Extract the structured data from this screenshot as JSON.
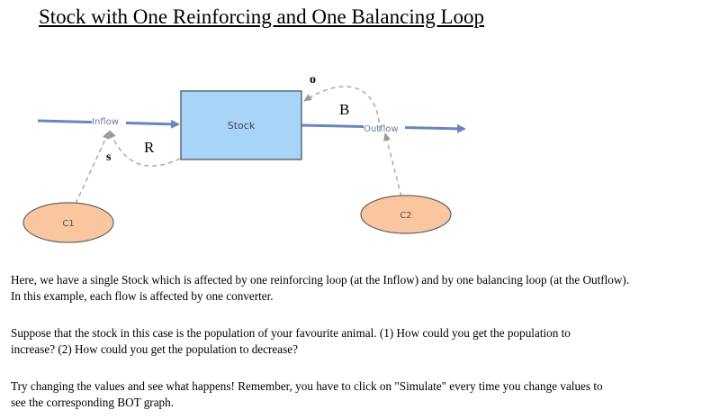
{
  "title": "Stock with One Reinforcing and One Balancing Loop",
  "diagram": {
    "stock": "Stock",
    "inflow": "Inflow",
    "outflow": "Outflow",
    "converter1": "C1",
    "converter2": "C2",
    "loop_r": "R",
    "loop_b": "B",
    "polarity_s": "s",
    "polarity_o": "o"
  },
  "paragraphs": [
    [
      "Here, we have a single Stock which is affected by one reinforcing loop (at the Inflow) and by one balancing loop (at the Outflow).",
      "In this example, each flow is affected by one converter."
    ],
    [
      "Suppose that the stock in this case is the population of your favourite animal. (1) How could you get the population to",
      "increase? (2) How could you get the population to decrease?"
    ],
    [
      "Try changing the values and see what happens! Remember, you have to click on \"Simulate\" every time you change values to",
      "see the corresponding BOT graph."
    ]
  ],
  "colors": {
    "flow": "#6a86c0",
    "stock_fill": "#a8d4f7",
    "converter_fill": "#f9c6a0",
    "link": "#a0a0a0"
  }
}
